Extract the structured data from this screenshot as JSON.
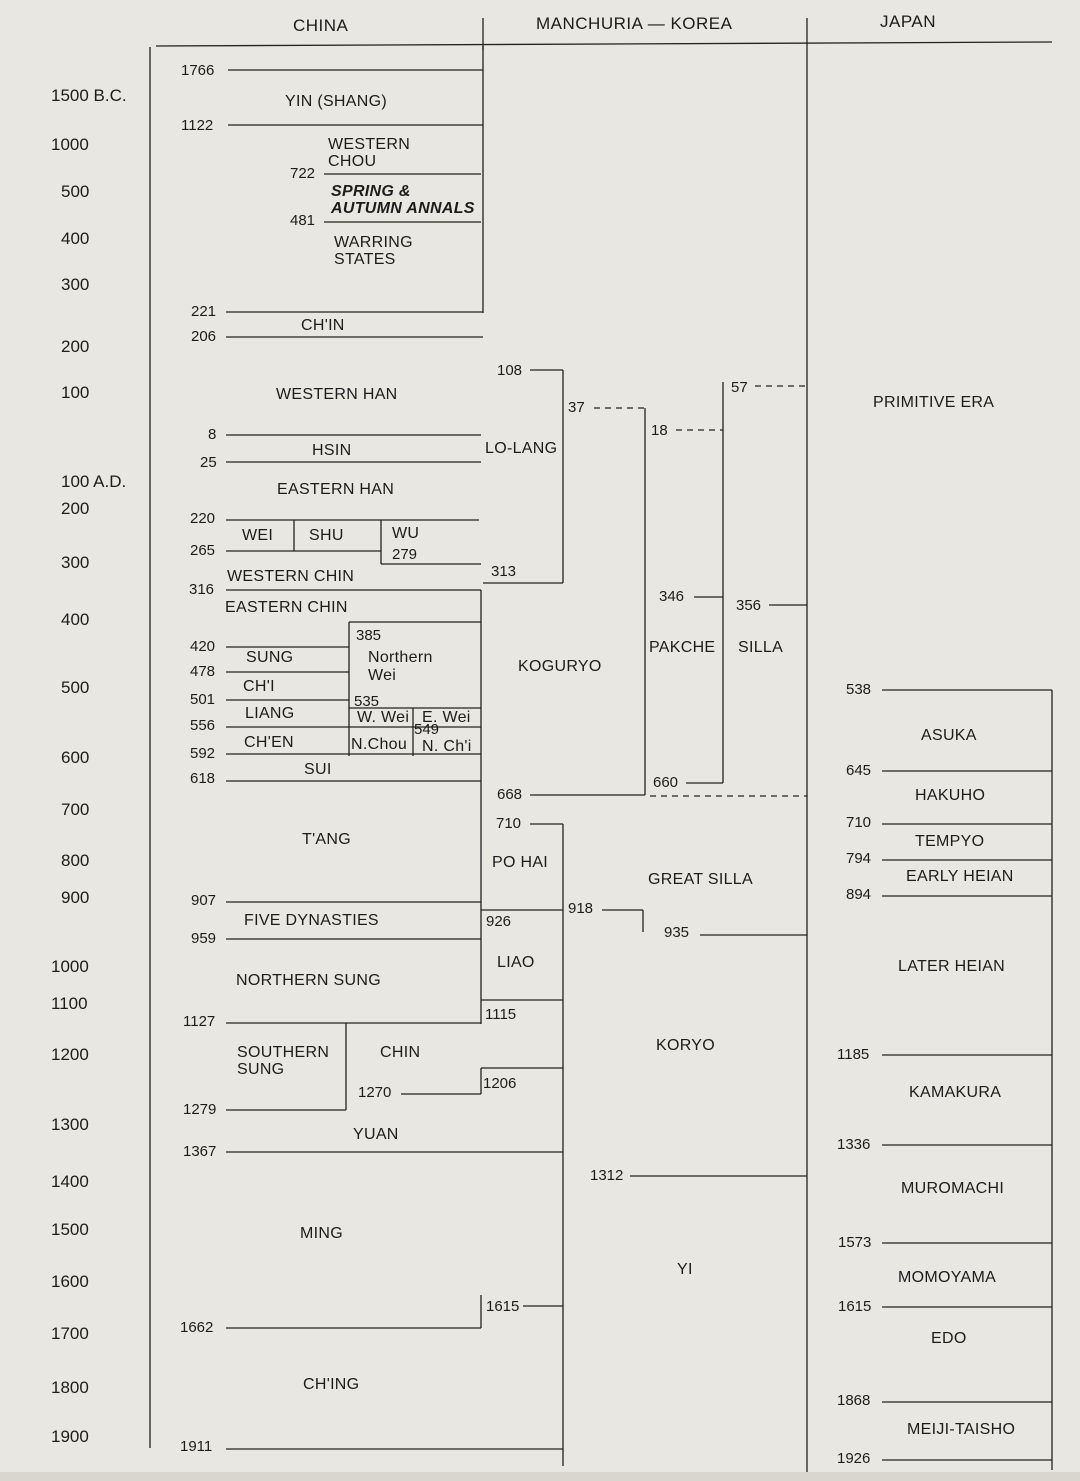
{
  "headers": {
    "china": "CHINA",
    "korea": "MANCHURIA — KOREA",
    "japan": "JAPAN"
  },
  "years": [
    "1500 B.C.",
    "1000",
    "500",
    "400",
    "300",
    "200",
    "100",
    "100 A.D.",
    "200",
    "300",
    "400",
    "500",
    "600",
    "700",
    "800",
    "900",
    "1000",
    "1100",
    "1200",
    "1300",
    "1400",
    "1500",
    "1600",
    "1700",
    "1800",
    "1900"
  ],
  "china": {
    "dates": [
      "1766",
      "1122",
      "722",
      "481",
      "221",
      "206",
      "8",
      "25",
      "220",
      "265",
      "279",
      "316",
      "385",
      "420",
      "478",
      "501",
      "535",
      "549",
      "556",
      "592",
      "618",
      "907",
      "959",
      "1127",
      "1270",
      "1279",
      "1367",
      "1662",
      "1911"
    ],
    "periods": {
      "yin": "YIN (SHANG)",
      "western_chou_1": "WESTERN",
      "western_chou_2": "CHOU",
      "spring_autumn_1": "SPRING &",
      "spring_autumn_2": "AUTUMN ANNALS",
      "warring_1": "WARRING",
      "warring_2": "STATES",
      "chin_qin": "CH'IN",
      "western_han": "WESTERN HAN",
      "hsin": "HSIN",
      "eastern_han": "EASTERN HAN",
      "wei": "WEI",
      "shu": "SHU",
      "wu": "WU",
      "western_chin": "WESTERN CHIN",
      "eastern_chin": "EASTERN CHIN",
      "northern_wei_1": "Northern",
      "northern_wei_2": "Wei",
      "sung_liu": "SUNG",
      "chi": "CH'I",
      "liang": "LIANG",
      "chen": "CH'EN",
      "w_wei": "W. Wei",
      "e_wei": "E. Wei",
      "n_chou": "N.Chou",
      "n_chi": "N. Ch'i",
      "sui": "SUI",
      "tang": "T'ANG",
      "five_dynasties": "FIVE DYNASTIES",
      "northern_sung": "NORTHERN SUNG",
      "southern_sung_1": "SOUTHERN",
      "southern_sung_2": "SUNG",
      "chin_jin": "CHIN",
      "yuan": "YUAN",
      "ming": "MING",
      "ching": "CH'ING"
    }
  },
  "korea": {
    "dates": [
      "108",
      "37",
      "18",
      "57",
      "313",
      "346",
      "356",
      "668",
      "660",
      "710",
      "918",
      "926",
      "935",
      "1115",
      "1206",
      "1312",
      "1615"
    ],
    "periods": {
      "lo_lang": "LO-LANG",
      "koguryo": "KOGURYO",
      "pakche": "PAKCHE",
      "silla": "SILLA",
      "po_hai": "PO HAI",
      "great_silla": "GREAT SILLA",
      "liao": "LIAO",
      "koryo": "KORYO",
      "yi": "YI"
    }
  },
  "japan": {
    "dates": [
      "538",
      "645",
      "710",
      "794",
      "894",
      "1185",
      "1336",
      "1573",
      "1615",
      "1868",
      "1926"
    ],
    "periods": {
      "primitive": "PRIMITIVE ERA",
      "asuka": "ASUKA",
      "hakuho": "HAKUHO",
      "tempyo": "TEMPYO",
      "early_heian": "EARLY HEIAN",
      "later_heian": "LATER HEIAN",
      "kamakura": "KAMAKURA",
      "muromachi": "MUROMACHI",
      "momoyama": "MOMOYAMA",
      "edo": "EDO",
      "meiji": "MEIJI-TAISHO"
    }
  }
}
